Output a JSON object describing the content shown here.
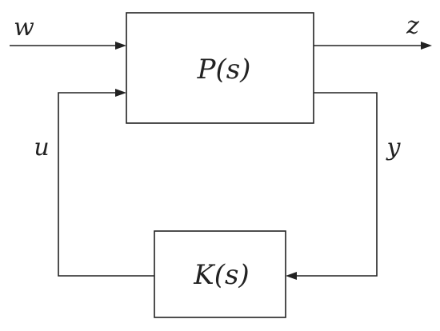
{
  "blocks": {
    "plant": "P(s)",
    "controller": "K(s)"
  },
  "signals": {
    "w": "w",
    "z": "z",
    "u": "u",
    "y": "y"
  },
  "colors": {
    "line": "#222222",
    "background": "#ffffff"
  }
}
